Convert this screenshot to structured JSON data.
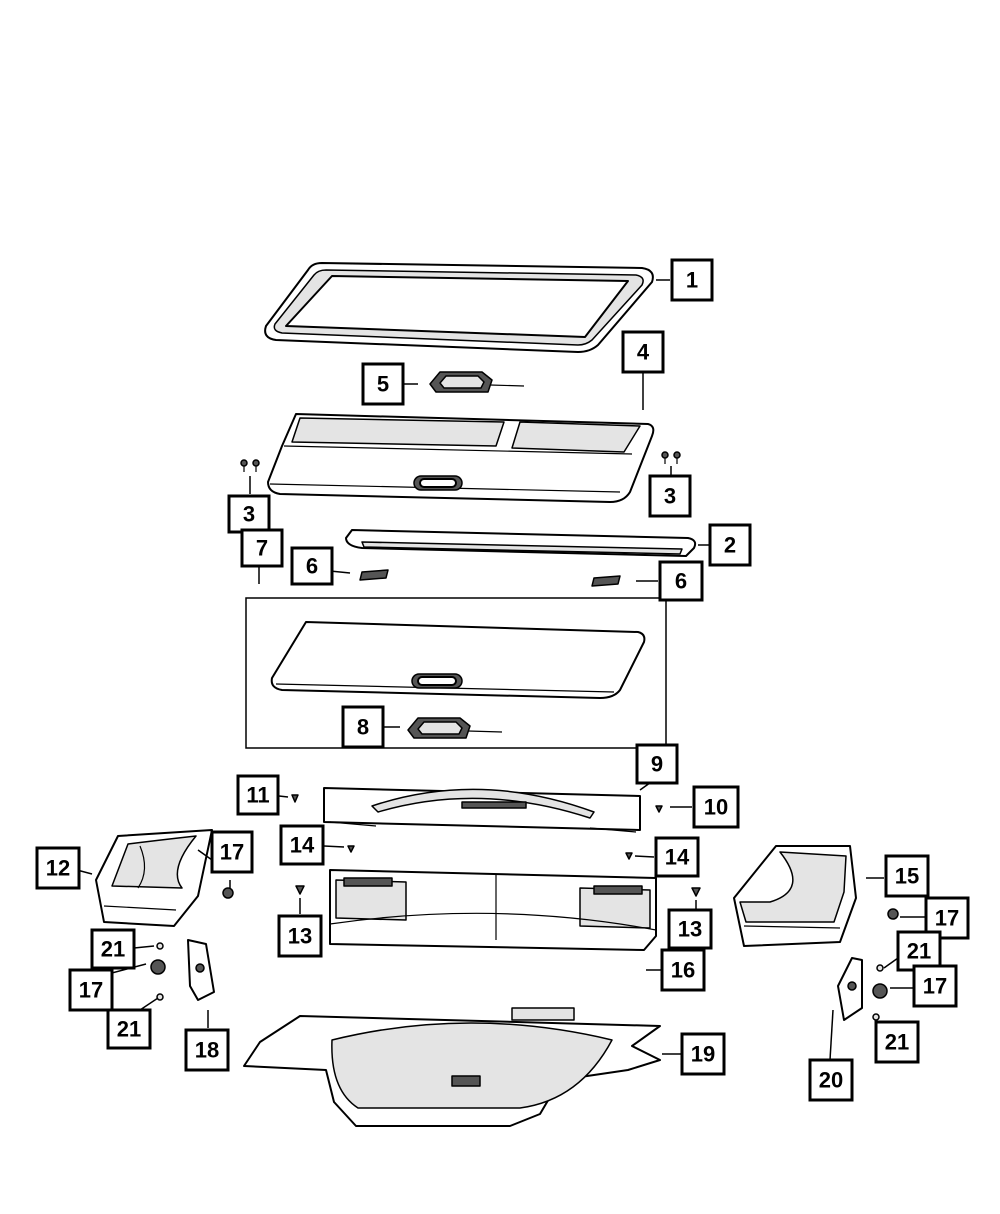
{
  "diagram": {
    "callouts": [
      "1",
      "4",
      "5",
      "3",
      "3",
      "2",
      "7",
      "6",
      "6",
      "8",
      "9",
      "11",
      "10",
      "14",
      "14",
      "12",
      "17",
      "13",
      "13",
      "15",
      "17",
      "21",
      "21",
      "17",
      "17",
      "21",
      "18",
      "16",
      "19",
      "20",
      "21"
    ]
  }
}
